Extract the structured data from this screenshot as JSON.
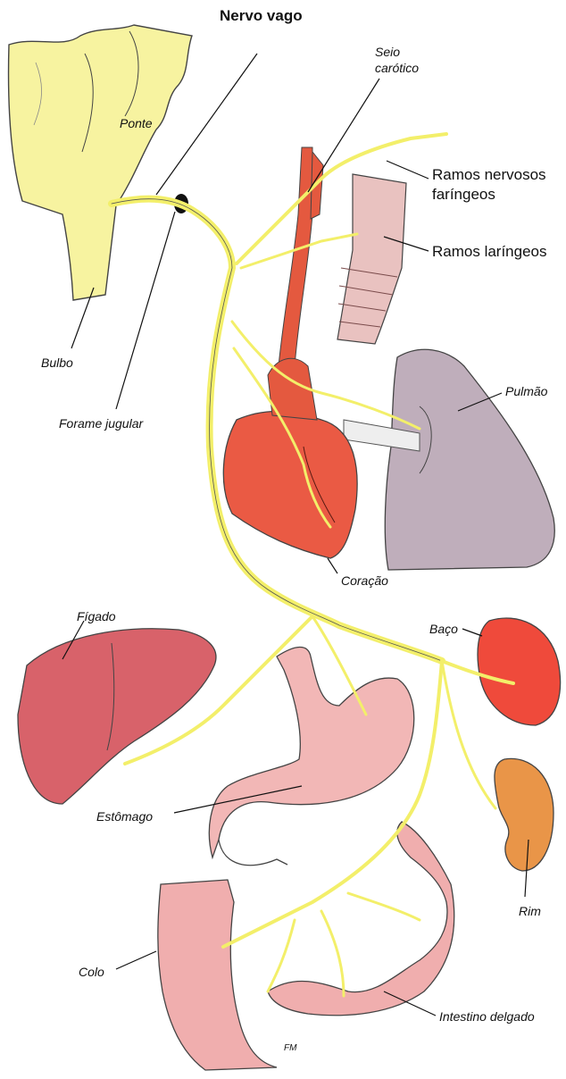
{
  "title": "Nervo vago",
  "labels": {
    "seio_carotico": [
      "Seio",
      "carótico"
    ],
    "ramos_faringeos": [
      "Ramos nervosos",
      "faríngeos"
    ],
    "ramos_laringeos": "Ramos laríngeos",
    "ponte": "Ponte",
    "bulbo": "Bulbo",
    "forame_jugular": "Forame jugular",
    "pulmao": "Pulmão",
    "coracao": "Coração",
    "figado": "Fígado",
    "baco": "Baço",
    "estomago": "Estômago",
    "rim": "Rim",
    "colo": "Colo",
    "intestino_delgado": "Intestino delgado",
    "signature": "FM"
  },
  "colors": {
    "nerve": "#f3ef6a",
    "brainstem": "#f7f3a0",
    "artery": "#e4593f",
    "heart": "#ea5a44",
    "lung": "#bfaebb",
    "liver": "#d8626a",
    "spleen": "#ef4a3b",
    "kidney": "#e99548",
    "stomach": "#f2b7b6",
    "intestine": "#f0aeae",
    "trachea": "#e9c2c0"
  }
}
